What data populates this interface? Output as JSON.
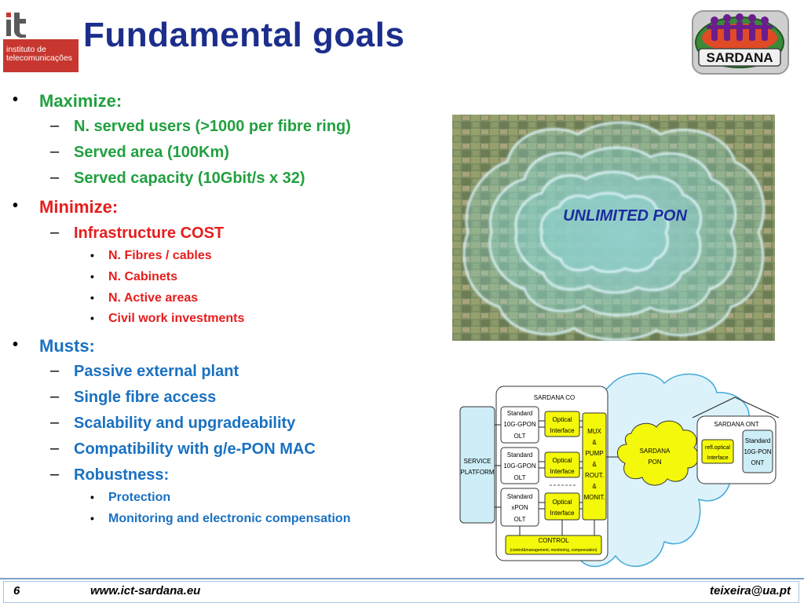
{
  "header": {
    "title": "Fundamental goals",
    "logo_left": {
      "mark": "it",
      "org_line1": "instituto de",
      "org_line2": "telecomunicações"
    },
    "logo_right": {
      "text": "SARDANA"
    }
  },
  "bullets": {
    "maximize": {
      "label": "Maximize:",
      "items": [
        "N. served users (>1000 per fibre ring)",
        "Served area (100Km)",
        "Served capacity (10Gbit/s x 32)"
      ]
    },
    "minimize": {
      "label": "Minimize:",
      "sub_label": "Infrastructure COST",
      "sub_items": [
        "N. Fibres / cables",
        "N. Cabinets",
        "N. Active areas",
        "Civil work investments"
      ]
    },
    "musts": {
      "label": "Musts:",
      "items": [
        "Passive external plant",
        "Single fibre access",
        "Scalability and upgradeability",
        "Compatibility with g/e-PON MAC",
        "Robustness:"
      ],
      "robustness_items": [
        "Protection",
        "Monitoring and electronic compensation"
      ]
    }
  },
  "satellite": {
    "label": "UNLIMITED PON"
  },
  "diagram": {
    "co_title": "SARDANA CO",
    "service": [
      "SERVICE",
      "PLATFORM"
    ],
    "olts": [
      [
        "Standard",
        "10G-GPON",
        "OLT"
      ],
      [
        "Standard",
        "10G-GPON",
        "OLT"
      ],
      [
        "Standard",
        "xPON",
        "OLT"
      ]
    ],
    "optical": [
      "Optical",
      "Interface"
    ],
    "mux": [
      "MUX",
      "&",
      "PUMP",
      "&",
      "ROUT.",
      "&",
      "MONIT."
    ],
    "control": [
      "CONTROL",
      "(control&management, monitoring, compensation)"
    ],
    "pon": [
      "SARDANA",
      "PON"
    ],
    "ont_title": "SARDANA ONT",
    "refl": [
      "refl.optical",
      "Interface"
    ],
    "ont": [
      "Standard",
      "10G-PON",
      "ONT"
    ]
  },
  "footer": {
    "page": "6",
    "url": "www.ict-sardana.eu",
    "email": "teixeira@ua.pt"
  },
  "colors": {
    "title": "#1c2e8c",
    "green": "#21a040",
    "red": "#e51d1d",
    "blue": "#1a71c1"
  }
}
